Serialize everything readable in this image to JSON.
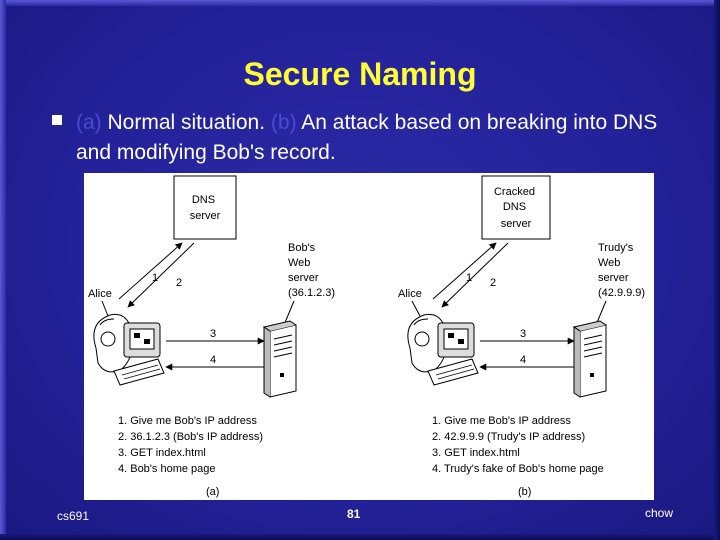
{
  "slide": {
    "title": "Secure Naming",
    "bullet": {
      "label_a": "(a)",
      "text_a": " Normal situation. ",
      "label_b": "(b)",
      "text_b": " An attack based on breaking into DNS and modifying Bob's record."
    },
    "footer": {
      "left": "cs691",
      "center": "81",
      "right": "chow"
    }
  },
  "figure": {
    "panel_a": {
      "dns_lines": [
        "DNS",
        "server"
      ],
      "server_lines": [
        "Bob's",
        "Web",
        "server",
        "(36.1.2.3)"
      ],
      "alice": "Alice",
      "arrow_labels": [
        "1",
        "2",
        "3",
        "4"
      ],
      "steps": [
        "1. Give me Bob's IP address",
        "2. 36.1.2.3 (Bob's IP address)",
        "3. GET index.html",
        "4. Bob's home page"
      ],
      "caption": "(a)"
    },
    "panel_b": {
      "dns_lines": [
        "Cracked",
        "DNS",
        "server"
      ],
      "server_lines": [
        "Trudy's",
        "Web",
        "server",
        "(42.9.9.9)"
      ],
      "alice": "Alice",
      "arrow_labels": [
        "1",
        "2",
        "3",
        "4"
      ],
      "steps": [
        "1. Give me Bob's IP address",
        "2. 42.9.9.9 (Trudy's IP address)",
        "3. GET index.html",
        "4. Trudy's fake of Bob's home page"
      ],
      "caption": "(b)"
    }
  },
  "colors": {
    "background": "#24229a",
    "title": "#ffff33",
    "text": "#ffffff",
    "dimmed_label": "#4a4ad8"
  }
}
